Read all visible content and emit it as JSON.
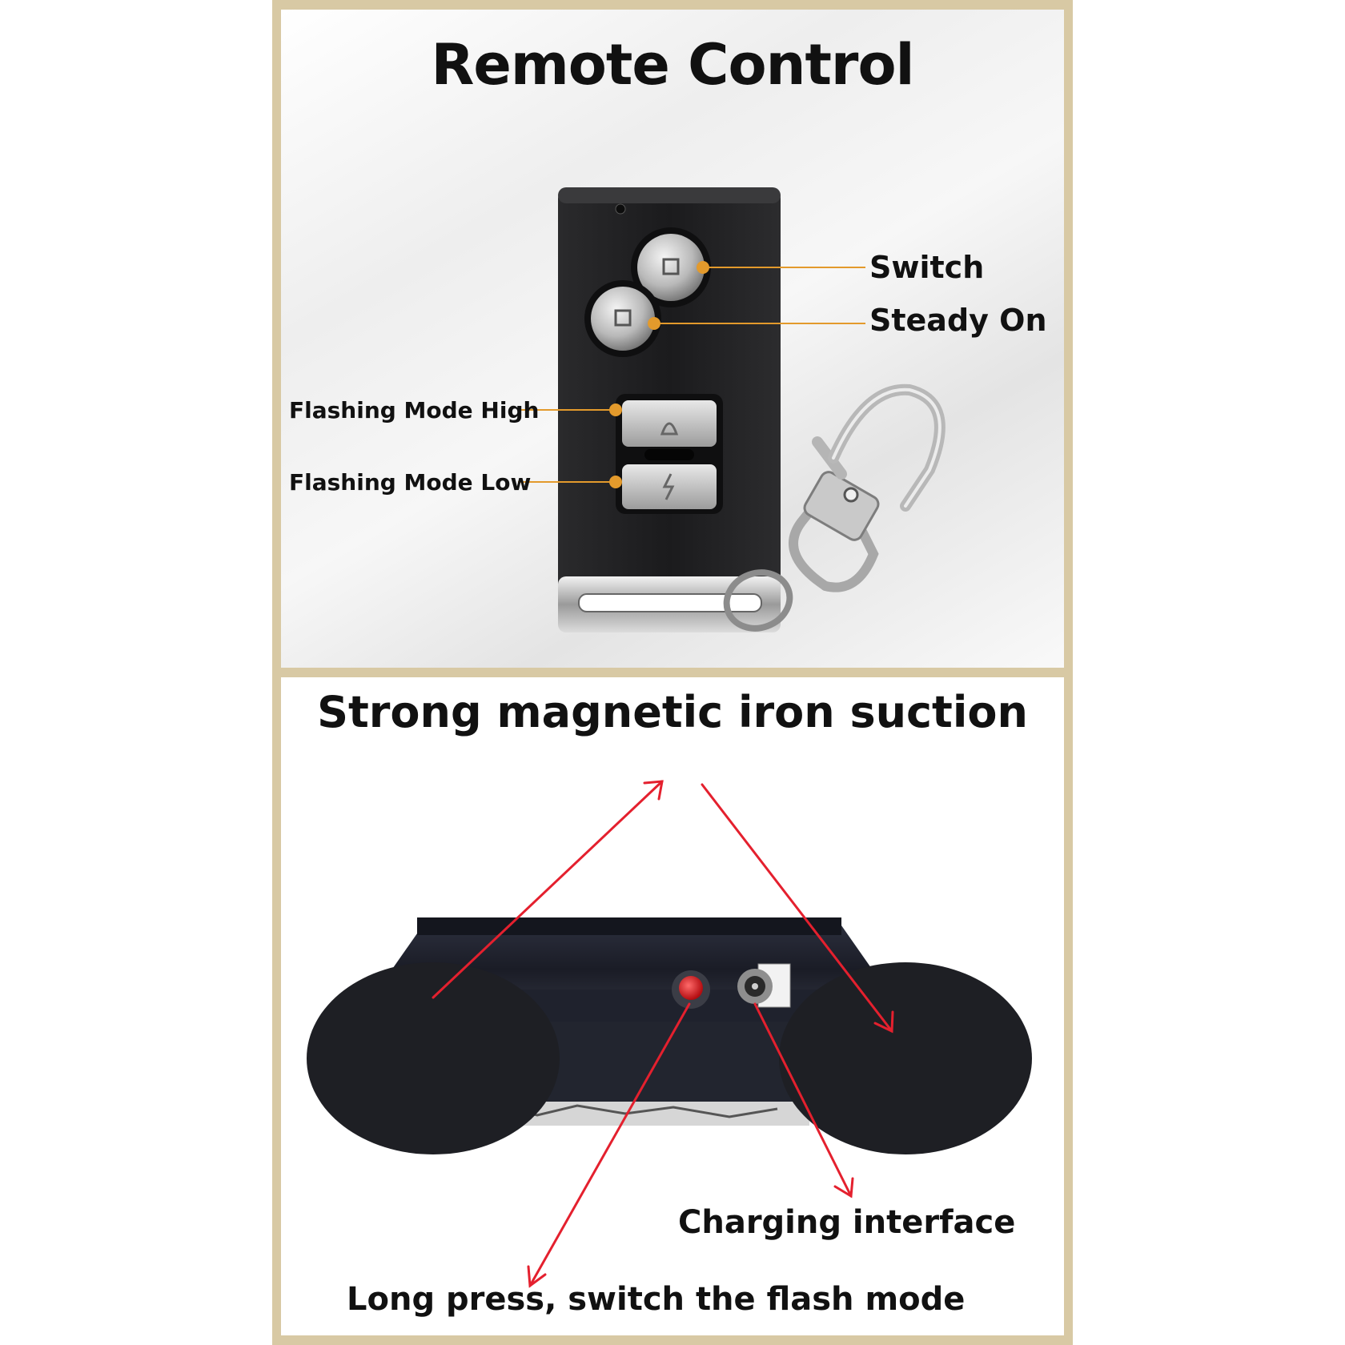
{
  "remote_panel": {
    "title": "Remote Control",
    "labels": {
      "switch": "Switch",
      "steady_on": "Steady On",
      "flash_high": "Flashing Mode High",
      "flash_low": "Flashing Mode Low"
    }
  },
  "light_panel": {
    "title": "Strong magnetic iron suction",
    "labels": {
      "charging": "Charging interface",
      "long_press": "Long press, switch the flash mode"
    }
  },
  "colors": {
    "frame": "#d8c9a4",
    "callout_line": "#e39a2c",
    "arrow": "#e4202e",
    "remote_body": "#1f1f21"
  }
}
